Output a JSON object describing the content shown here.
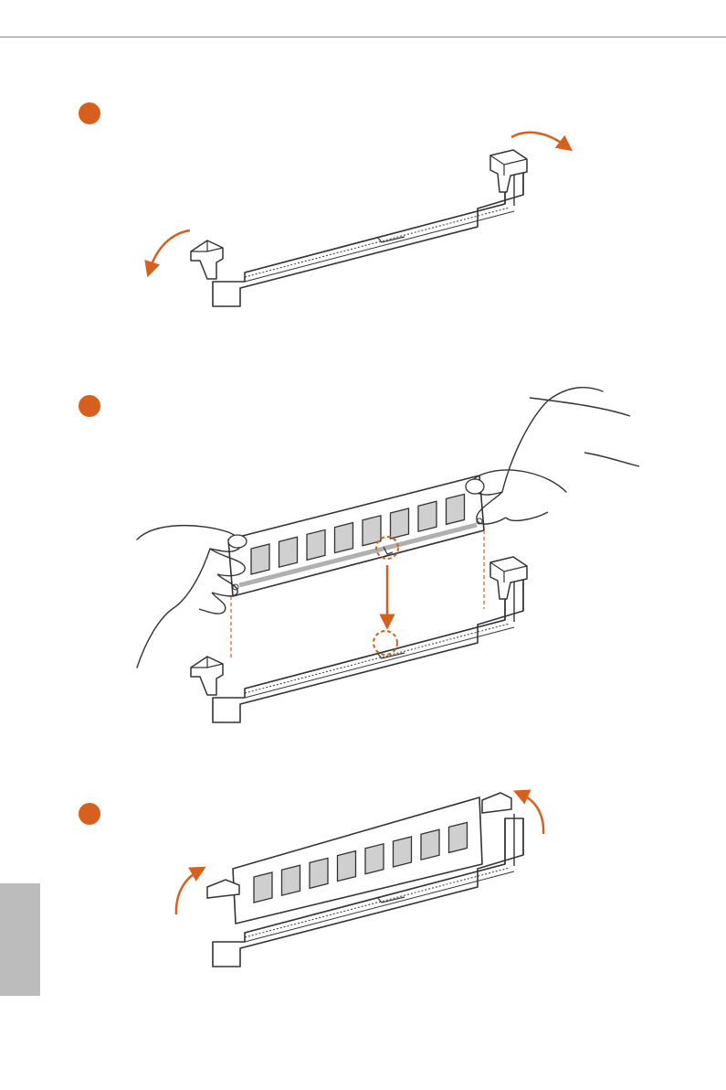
{
  "colors": {
    "accent": "#d8601e",
    "line": "#333333",
    "chip_fill": "#cfcfcf",
    "stripe": "#b0b0b0",
    "side_tab": "#bcbcbc",
    "header_rule": "#8a8a8a"
  },
  "steps": [
    {
      "name": "step-1",
      "marker": "orange-dot",
      "illustration": "dimm-slot-open-latches"
    },
    {
      "name": "step-2",
      "marker": "orange-dot",
      "illustration": "align-module-notch-and-insert"
    },
    {
      "name": "step-3",
      "marker": "orange-dot",
      "illustration": "latches-close-on-module"
    }
  ],
  "module": {
    "chip_count": 8
  }
}
